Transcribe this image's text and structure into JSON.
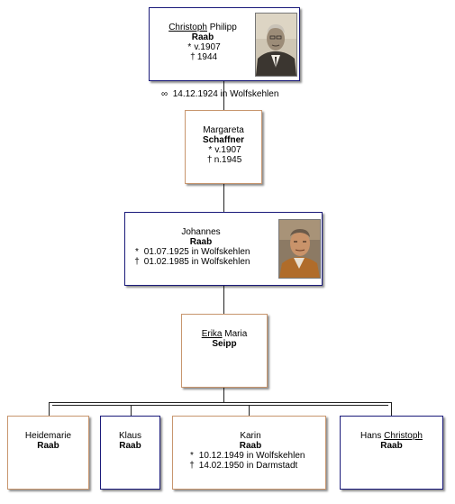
{
  "tree": {
    "p1": {
      "first_underlined": "Christoph",
      "first_rest": "Philipp",
      "surname": "Raab",
      "birth_symbol": "*",
      "birth": "v.1907",
      "death_symbol": "†",
      "death": "1944"
    },
    "marriage": {
      "symbol": "∞",
      "text": "14.12.1924 in Wolfskehlen"
    },
    "p2": {
      "first": "Margareta",
      "surname": "Schaffner",
      "birth_symbol": "*",
      "birth": "v.1907",
      "death_symbol": "†",
      "death": "n.1945"
    },
    "p3": {
      "first": "Johannes",
      "surname": "Raab",
      "birth_symbol": "*",
      "birth": "01.07.1925 in Wolfskehlen",
      "death_symbol": "†",
      "death": "01.02.1985 in Wolfskehlen"
    },
    "p4": {
      "first_underlined": "Erika",
      "first_rest": "Maria",
      "surname": "Seipp"
    },
    "children": [
      {
        "first": "Heidemarie",
        "surname": "Raab"
      },
      {
        "first": "Klaus",
        "surname": "Raab"
      },
      {
        "first": "Karin",
        "surname": "Raab",
        "birth_symbol": "*",
        "birth": "10.12.1949 in Wolfskehlen",
        "death_symbol": "†",
        "death": "14.02.1950 in Darmstadt"
      },
      {
        "first_prefix": "Hans",
        "first_underlined": "Christoph",
        "surname": "Raab"
      }
    ]
  }
}
